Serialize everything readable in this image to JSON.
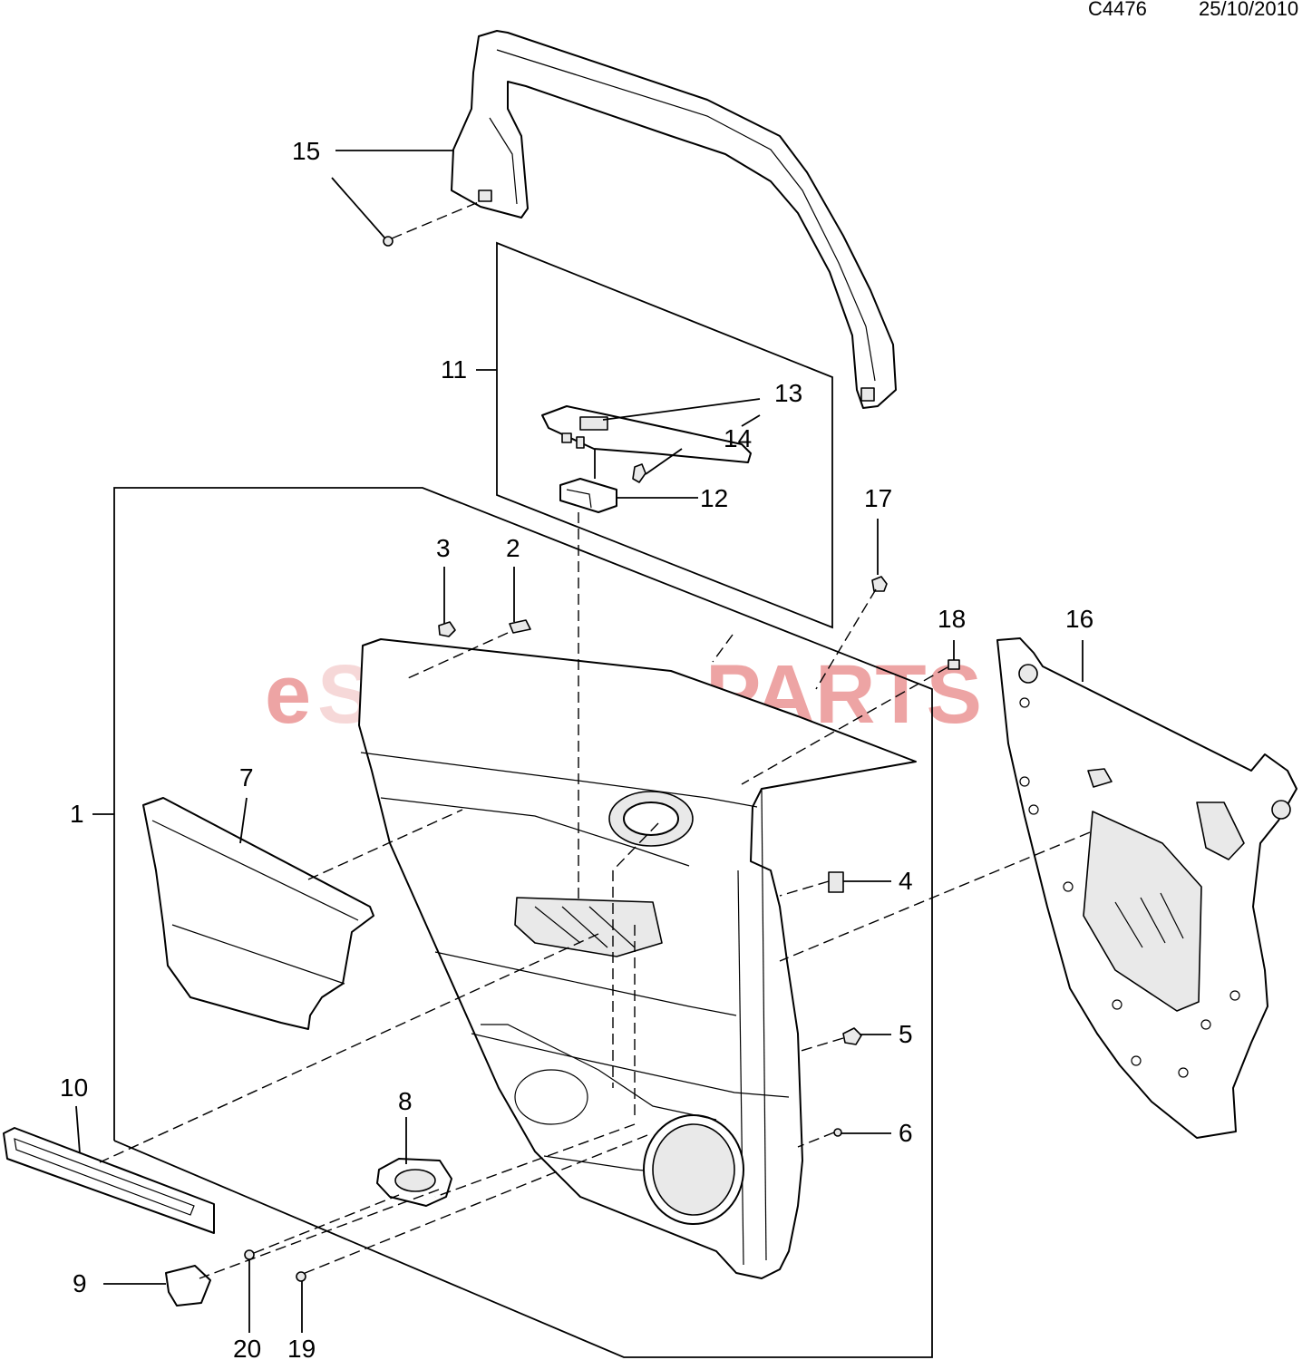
{
  "header": {
    "drawing_id": "C4476",
    "date": "25/10/2010"
  },
  "watermark": {
    "text_e": "e",
    "text_saab": "SAAB",
    "text_parts": "PARTS",
    "color_main": "#e05a5a",
    "color_saab": "#f0b9b9"
  },
  "callouts": {
    "c1": "1",
    "c2": "2",
    "c3": "3",
    "c4": "4",
    "c5": "5",
    "c6": "6",
    "c7": "7",
    "c8": "8",
    "c9": "9",
    "c10": "10",
    "c11": "11",
    "c12": "12",
    "c13": "13",
    "c14": "14",
    "c15": "15",
    "c16": "16",
    "c17": "17",
    "c18": "18",
    "c19": "19",
    "c20": "20"
  }
}
